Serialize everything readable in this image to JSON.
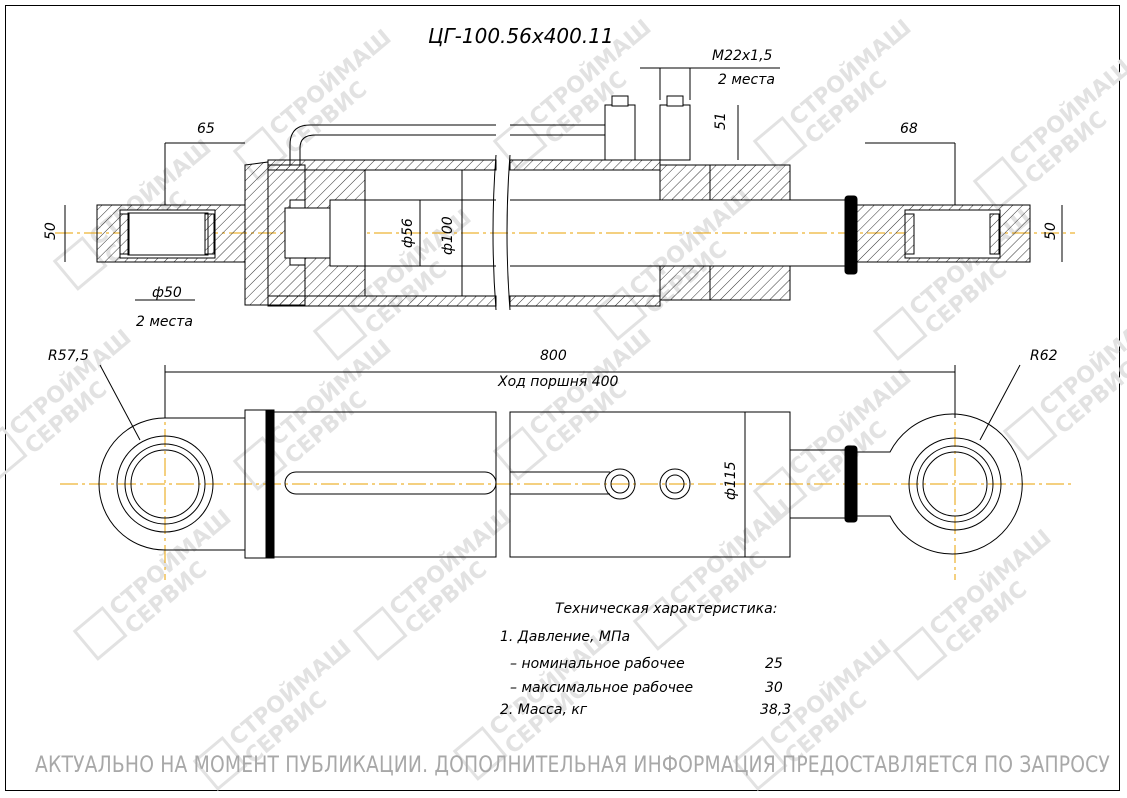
{
  "title": "ЦГ-100.56х400.11",
  "thread_label": "M22x1,5",
  "thread_count": "2 места",
  "dims": {
    "d65": "65",
    "d68": "68",
    "d51": "51",
    "d50_left": "50",
    "d50_right": "50",
    "d56": "ф56",
    "d100": "ф100",
    "bore50": "ф50",
    "bore_count": "2 места",
    "len800": "800",
    "stroke": "Ход поршня 400",
    "r575": "R57,5",
    "r62": "R62",
    "d115": "ф115"
  },
  "specs": {
    "heading": "Техническая характеристика:",
    "item1": "1. Давление, МПа",
    "nominal_label": "– номинальное рабочее",
    "nominal_value": "25",
    "max_label": "– максимальное рабочее",
    "max_value": "30",
    "item2": "2. Масса, кг",
    "mass_value": "38,3"
  },
  "watermark": {
    "line1": "СТРОЙМАШ",
    "line2": "СЕРВИС"
  },
  "footer": "АКТУАЛЬНО НА МОМЕНТ ПУБЛИКАЦИИ. ДОПОЛНИТЕЛЬНАЯ ИНФОРМАЦИЯ ПРЕДОСТАВЛЯЕТСЯ ПО ЗАПРОСУ",
  "colors": {
    "line": "#000000",
    "centerline": "#e8a000",
    "watermark": "#e2e2e2",
    "footer": "#a8a8a8"
  }
}
